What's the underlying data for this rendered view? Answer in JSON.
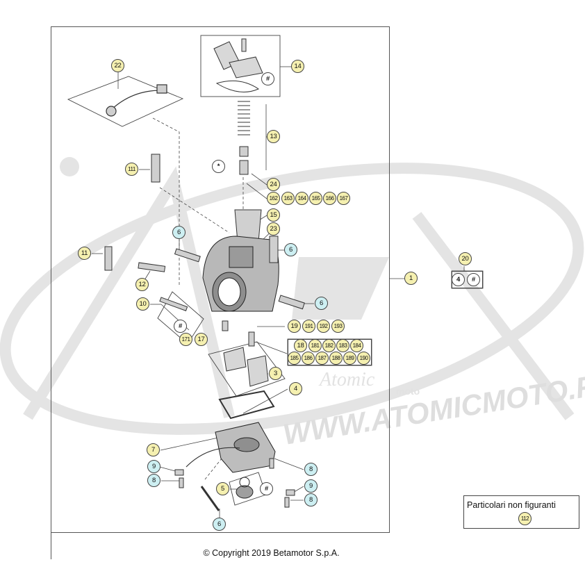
{
  "diagram": {
    "copyright": "© Copyright 2019 Betamotor S.p.A.",
    "legend_title": "Particolari non figuranti",
    "watermark_url": "WWW.ATOMICMOTO.FR",
    "watermark_brand": "Atomic",
    "watermark_sub": "moto",
    "colors": {
      "yellow_badge": "#f5f0b0",
      "cyan_badge": "#cdeff2",
      "outline": "#444444"
    },
    "callouts": [
      {
        "id": "c22",
        "label": "22",
        "color": "yellow"
      },
      {
        "id": "c14",
        "label": "14",
        "color": "yellow"
      },
      {
        "id": "c-hash-top",
        "label": "#",
        "color": "white"
      },
      {
        "id": "c13",
        "label": "13",
        "color": "yellow"
      },
      {
        "id": "c111",
        "label": "111",
        "color": "yellow"
      },
      {
        "id": "c-star",
        "label": "*",
        "color": "white"
      },
      {
        "id": "c24",
        "label": "24",
        "color": "yellow"
      },
      {
        "id": "c162",
        "label": "162",
        "color": "yellow"
      },
      {
        "id": "c163",
        "label": "163",
        "color": "yellow"
      },
      {
        "id": "c164",
        "label": "164",
        "color": "yellow"
      },
      {
        "id": "c165",
        "label": "165",
        "color": "yellow"
      },
      {
        "id": "c166",
        "label": "166",
        "color": "yellow"
      },
      {
        "id": "c167",
        "label": "167",
        "color": "yellow"
      },
      {
        "id": "c15",
        "label": "15",
        "color": "yellow"
      },
      {
        "id": "c23",
        "label": "23",
        "color": "yellow"
      },
      {
        "id": "c6a",
        "label": "6",
        "color": "cyan"
      },
      {
        "id": "c6b",
        "label": "6",
        "color": "cyan"
      },
      {
        "id": "c11",
        "label": "11",
        "color": "yellow"
      },
      {
        "id": "c12",
        "label": "12",
        "color": "yellow"
      },
      {
        "id": "c1",
        "label": "1",
        "color": "yellow"
      },
      {
        "id": "c20",
        "label": "20",
        "color": "yellow"
      },
      {
        "id": "c4b",
        "label": "4",
        "color": "white"
      },
      {
        "id": "c-hash-20",
        "label": "#",
        "color": "white"
      },
      {
        "id": "c6c",
        "label": "6",
        "color": "cyan"
      },
      {
        "id": "c10",
        "label": "10",
        "color": "yellow"
      },
      {
        "id": "c-hash-10",
        "label": "#",
        "color": "white"
      },
      {
        "id": "c171",
        "label": "171",
        "color": "yellow"
      },
      {
        "id": "c17",
        "label": "17",
        "color": "yellow"
      },
      {
        "id": "c19",
        "label": "19",
        "color": "yellow"
      },
      {
        "id": "c191",
        "label": "191",
        "color": "yellow"
      },
      {
        "id": "c192",
        "label": "192",
        "color": "yellow"
      },
      {
        "id": "c193",
        "label": "193",
        "color": "yellow"
      },
      {
        "id": "c18",
        "label": "18",
        "color": "yellow"
      },
      {
        "id": "c181",
        "label": "181",
        "color": "yellow"
      },
      {
        "id": "c182",
        "label": "182",
        "color": "yellow"
      },
      {
        "id": "c183",
        "label": "183",
        "color": "yellow"
      },
      {
        "id": "c184",
        "label": "184",
        "color": "yellow"
      },
      {
        "id": "c185",
        "label": "185",
        "color": "yellow"
      },
      {
        "id": "c186",
        "label": "186",
        "color": "yellow"
      },
      {
        "id": "c187",
        "label": "187",
        "color": "yellow"
      },
      {
        "id": "c188",
        "label": "188",
        "color": "yellow"
      },
      {
        "id": "c189",
        "label": "189",
        "color": "yellow"
      },
      {
        "id": "c190",
        "label": "190",
        "color": "yellow"
      },
      {
        "id": "c3",
        "label": "3",
        "color": "yellow"
      },
      {
        "id": "c4",
        "label": "4",
        "color": "yellow"
      },
      {
        "id": "c7",
        "label": "7",
        "color": "yellow"
      },
      {
        "id": "c9a",
        "label": "9",
        "color": "cyan"
      },
      {
        "id": "c8a",
        "label": "8",
        "color": "cyan"
      },
      {
        "id": "c8b",
        "label": "8",
        "color": "cyan"
      },
      {
        "id": "c5",
        "label": "5",
        "color": "yellow"
      },
      {
        "id": "c-hash-5",
        "label": "#",
        "color": "white"
      },
      {
        "id": "c9b",
        "label": "9",
        "color": "cyan"
      },
      {
        "id": "c8c",
        "label": "8",
        "color": "cyan"
      },
      {
        "id": "c6d",
        "label": "6",
        "color": "cyan"
      },
      {
        "id": "c112",
        "label": "112",
        "color": "yellow"
      }
    ]
  }
}
